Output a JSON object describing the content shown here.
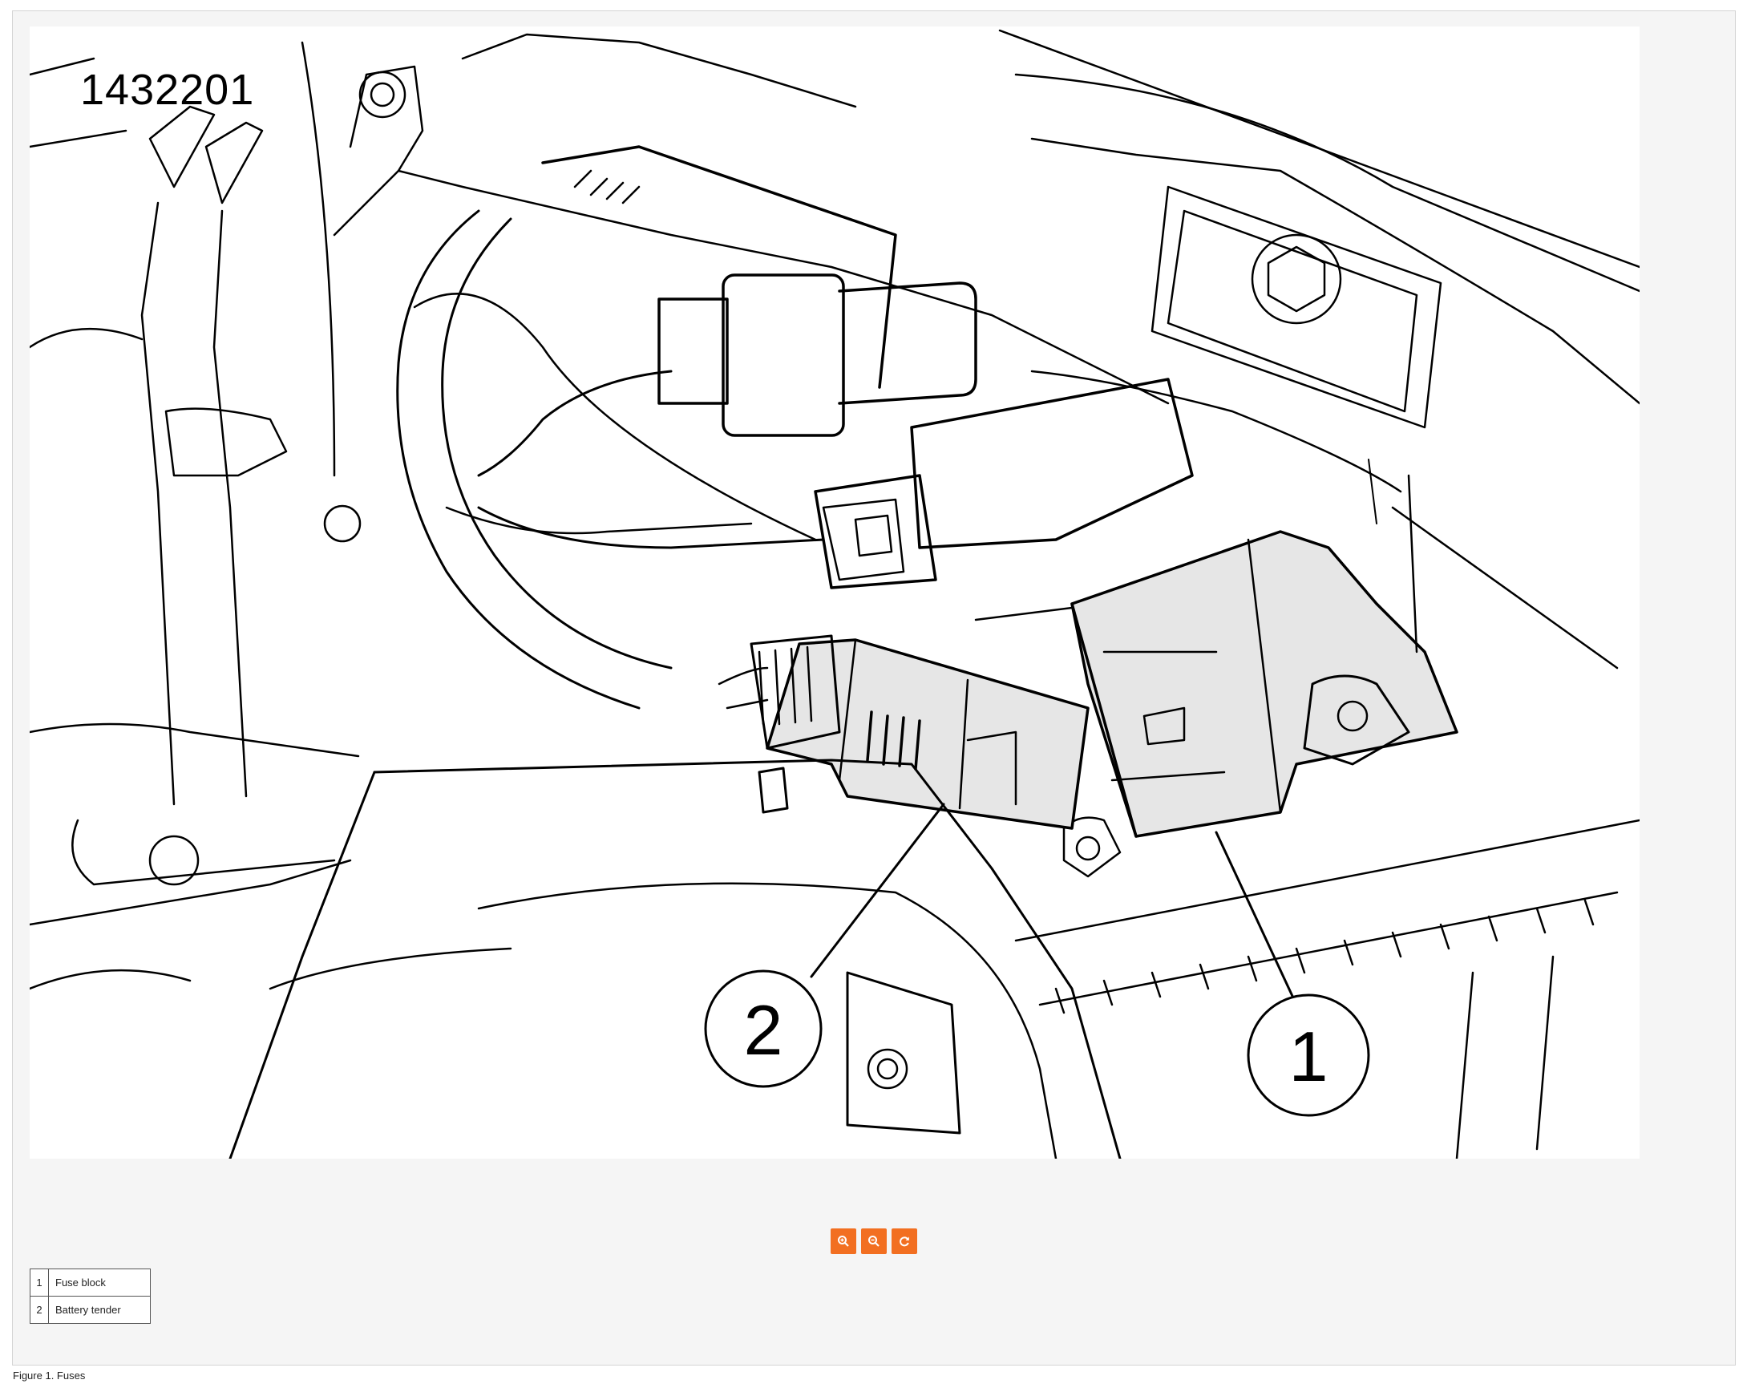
{
  "figure": {
    "art_id": "1432201",
    "callouts": [
      {
        "number": "1"
      },
      {
        "number": "2"
      }
    ]
  },
  "toolbar": {
    "zoom_in_icon": "zoom-in-icon",
    "zoom_out_icon": "zoom-out-icon",
    "reset_icon": "refresh-icon",
    "button_color": "#f26f21"
  },
  "legend": {
    "rows": [
      {
        "num": "1",
        "label": "Fuse block"
      },
      {
        "num": "2",
        "label": "Battery tender"
      }
    ]
  },
  "caption": "Figure 1. Fuses"
}
